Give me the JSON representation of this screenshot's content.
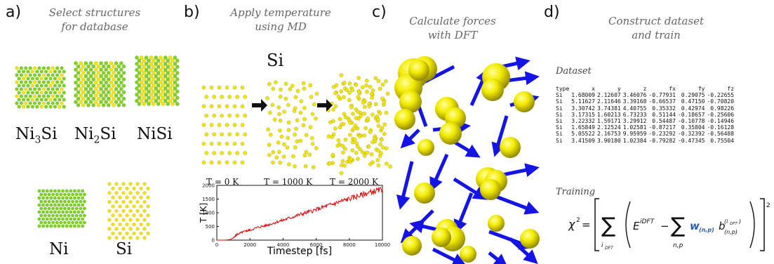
{
  "panels": [
    {
      "letter": "a)",
      "title": [
        "Select structures",
        "for database"
      ]
    },
    {
      "letter": "b)",
      "title": [
        "Apply temperature",
        "using MD"
      ]
    },
    {
      "letter": "c)",
      "title": [
        "Calculate forces",
        "with DFT"
      ]
    },
    {
      "letter": "d)",
      "title": [
        "Construct dataset",
        "and train"
      ]
    }
  ],
  "structures": {
    "ni3si": {
      "base": "Ni",
      "sub": "3",
      "tail": "Si"
    },
    "ni2si": {
      "base": "Ni",
      "sub": "2",
      "tail": "Si"
    },
    "nisi": "NiSi",
    "ni": "Ni",
    "si": "Si"
  },
  "md": {
    "title": "Si",
    "temps": [
      "T = 0 K",
      "T = 1000 K",
      "T = 2000 K"
    ]
  },
  "colors": {
    "ni": "#7ed321",
    "si": "#f2e600",
    "arrow": "#1414e6",
    "curve": "#e00000"
  },
  "chart_data": {
    "type": "line",
    "xlabel": "Timestep [fs]",
    "ylabel": "T [K]",
    "xlim": [
      0,
      10000
    ],
    "ylim": [
      0,
      2000
    ],
    "xticks": [
      "0",
      "2000",
      "4000",
      "6000",
      "8000",
      "10000"
    ],
    "yticks": [
      "0",
      "500",
      "1000",
      "1500",
      "2000"
    ],
    "series": [
      {
        "x": [
          0,
          500,
          800,
          1000,
          1200,
          1500,
          1800,
          2000,
          2500,
          3000,
          3500,
          4000,
          4500,
          5000,
          5500,
          6000,
          6500,
          7000,
          7500,
          8000,
          8500,
          9000,
          9500,
          10000
        ],
        "values": [
          0,
          0,
          20,
          80,
          200,
          280,
          340,
          360,
          470,
          540,
          640,
          730,
          830,
          930,
          1020,
          1110,
          1220,
          1310,
          1420,
          1510,
          1600,
          1700,
          1780,
          1850
        ]
      }
    ]
  },
  "dataset": {
    "heading": "Dataset",
    "columns": [
      "type",
      "x",
      "y",
      "z",
      "fx",
      "fy",
      "fz"
    ],
    "rows": [
      [
        "Si",
        "1.68009",
        "2.12607",
        "3.46076",
        "-0.77931",
        "0.29075",
        "-0.22655"
      ],
      [
        "Si",
        "5.11627",
        "2.11646",
        "3.39168",
        "-0.66537",
        "0.47150",
        "-0.70820"
      ],
      [
        "Si",
        "3.30742",
        "3.74381",
        "4.40755",
        "0.35332",
        "0.42974",
        "0.98226"
      ],
      [
        "Si",
        "3.17315",
        "1.60213",
        "6.73233",
        "0.51144",
        "-0.18657",
        "-0.25606"
      ],
      [
        "Si",
        "3.22332",
        "1.59171",
        "3.29912",
        "0.54487",
        "-0.10778",
        "-0.14946"
      ],
      [
        "Si",
        "1.65849",
        "2.12524",
        "1.02581",
        "-0.87217",
        "0.35804",
        "-0.16128"
      ],
      [
        "Si",
        "5.05522",
        "2.16753",
        "9.95959",
        "-0.23292",
        "-0.32392",
        "-0.56488"
      ],
      [
        "Si",
        "3.41509",
        "3.90180",
        "1.02384",
        "-0.79282",
        "-0.47345",
        "0.75504"
      ]
    ]
  },
  "training": {
    "heading": "Training",
    "chi": "χ",
    "sq": "2",
    "sum_sub_i": "i",
    "sum_sub_i_sub": "DFT",
    "e": "E",
    "e_sup": "iDFT",
    "minus": "−",
    "sum_sub_np": "n,p",
    "w": "w",
    "w_sub": "(n,p)",
    "b": "b",
    "b_sup": "(i",
    "b_sup_sub": "DFT",
    "b_sup_close": ")",
    "b_sub": "(n,p)",
    "outer_sup": "2"
  }
}
